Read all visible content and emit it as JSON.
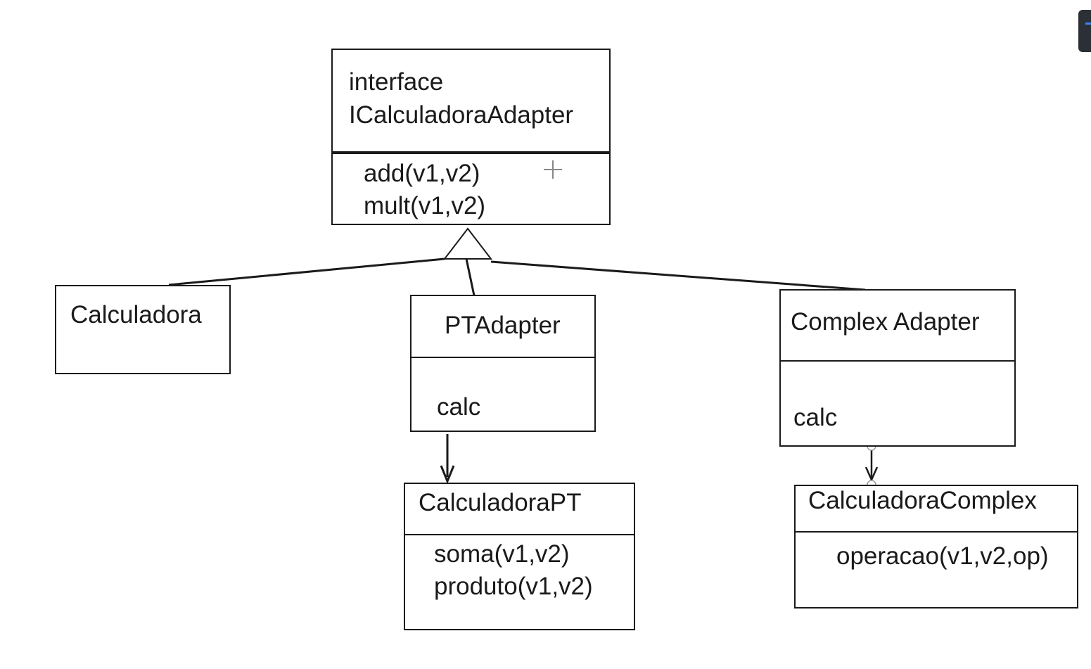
{
  "interface_box": {
    "stereotype": "interface",
    "name": "ICalculadoraAdapter",
    "methods": [
      "add(v1,v2)",
      "mult(v1,v2)"
    ]
  },
  "calculadora_box": {
    "name": "Calculadora"
  },
  "pt_adapter_box": {
    "name": "PTAdapter",
    "body": "calc"
  },
  "complex_adapter_box": {
    "name": "Complex Adapter",
    "body": "calc"
  },
  "calculadora_pt_box": {
    "name": "CalculadoraPT",
    "methods": [
      "soma(v1,v2)",
      "produto(v1,v2)"
    ]
  },
  "calculadora_complex_box": {
    "name": "CalculadoraComplex",
    "methods": [
      "operacao(v1,v2,op)"
    ]
  },
  "colors": {
    "stroke": "#1a1a1a",
    "background": "#ffffff"
  }
}
